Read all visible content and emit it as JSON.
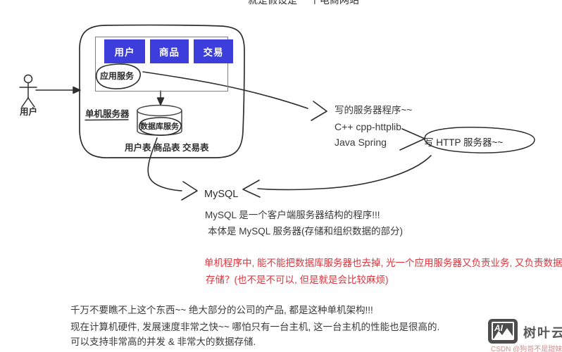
{
  "page": {
    "title_top": "就是假设是 一个电商网站"
  },
  "actor": {
    "label": "用户"
  },
  "server_box": {
    "label": "单机服务器",
    "modules": [
      "用户",
      "商品",
      "交易"
    ],
    "module_color": "#3d3ddb",
    "app_service": "应用服务",
    "db_service": "数据库服务",
    "tables": "用户表 商品表 交易表"
  },
  "notes_right": {
    "line1": "写的服务器程序~~",
    "line2": "C++ cpp-httplib",
    "line3": "Java  Spring",
    "bubble": "写 HTTP 服务器~~"
  },
  "mysql": {
    "label": "MySQL",
    "desc1": "MySQL 是一个客户端服务器结构的程序!!!",
    "desc2": "本体是 MySQL 服务器(存储和组织数据的部分)"
  },
  "warning": {
    "color": "#d9363e",
    "line1": "单机程序中, 能不能把数据库服务器也去掉, 光一个应用服务器又负责业务, 又负责数据",
    "line2": "存储？(也不是不可以, 但是就是会比较麻烦)"
  },
  "footer_notes": {
    "line1": "千万不要瞧不上这个东西~~ 绝大部分的公司的产品, 都是这种单机架构!!!",
    "line2": "现在计算机硬件, 发展速度非常之快~~ 哪怕只有一台主机, 这一台主机的性能也是很高的.",
    "line3": "可以支持非常高的并发 & 非常大的数据存储."
  },
  "watermark": {
    "logo_text": "AI",
    "brand": "树叶云",
    "credit": "CSDN @狗哥不是甜妹"
  }
}
